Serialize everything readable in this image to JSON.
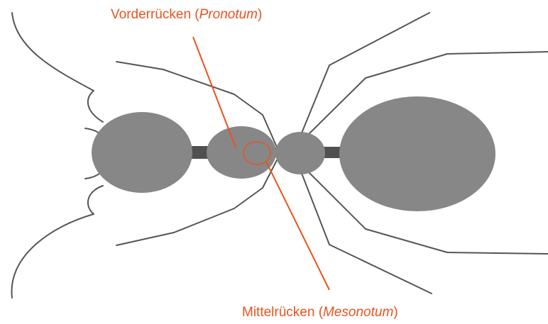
{
  "colors": {
    "body": "#878787",
    "connector": "#505050",
    "leg_line": "#555555",
    "annotation": "#e8531d",
    "background": "#ffffff"
  },
  "labels": {
    "pronotum": {
      "prefix": "Vorderrücken (",
      "term": "Pronotum",
      "suffix": ")"
    },
    "mesonotum": {
      "prefix": "Mittelrücken (",
      "term": "Mesonotum",
      "suffix": ")"
    }
  }
}
